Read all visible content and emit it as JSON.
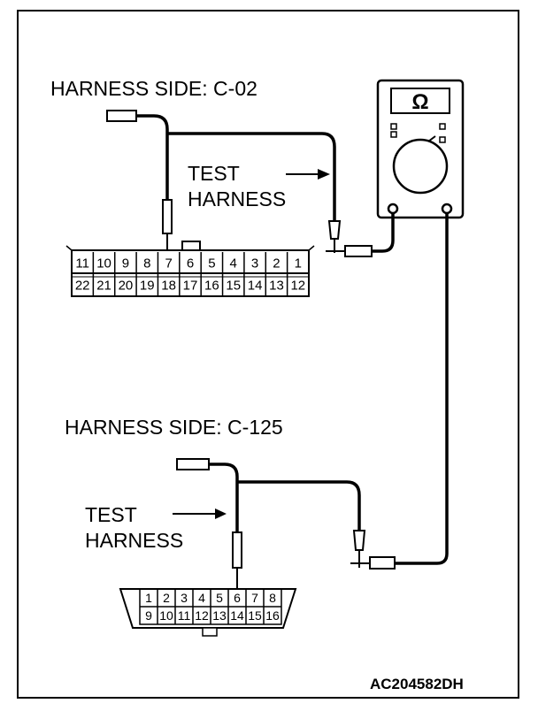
{
  "labels": {
    "top_harness_side": "HARNESS SIDE: C-02",
    "top_test": "TEST",
    "top_harness": "HARNESS",
    "bottom_harness_side": "HARNESS SIDE: C-125",
    "bottom_test": "TEST",
    "bottom_harness": "HARNESS",
    "code": "AC204582DH"
  },
  "meter": {
    "display_symbol": "Ω"
  },
  "connector_c02": {
    "row_top": [
      "11",
      "10",
      "9",
      "8",
      "7",
      "6",
      "5",
      "4",
      "3",
      "2",
      "1"
    ],
    "row_bottom": [
      "22",
      "21",
      "20",
      "19",
      "18",
      "17",
      "16",
      "15",
      "14",
      "13",
      "12"
    ]
  },
  "connector_c125": {
    "row_top": [
      "1",
      "2",
      "3",
      "4",
      "5",
      "6",
      "7",
      "8"
    ],
    "row_bottom": [
      "9",
      "10",
      "11",
      "12",
      "13",
      "14",
      "15",
      "16"
    ]
  }
}
